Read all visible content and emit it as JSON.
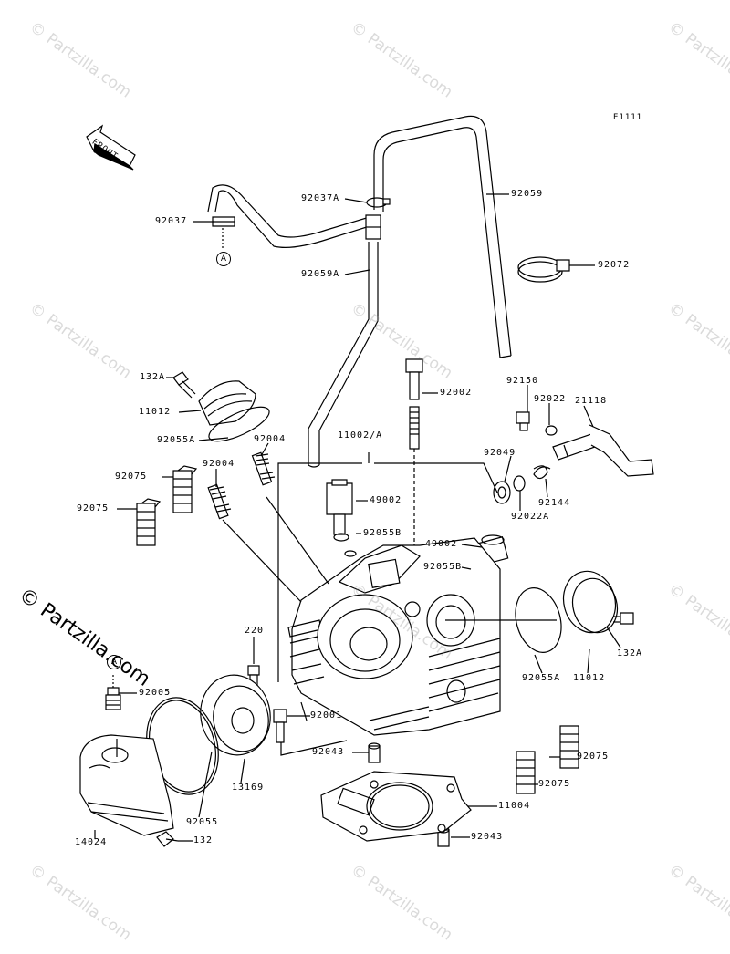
{
  "diagram": {
    "code": "E1111",
    "front_label": "FRONT",
    "watermark": "© Partzilla.com",
    "watermark_small": "© Partzilla.com",
    "connector_letter": "A",
    "callouts": {
      "p92059": "92059",
      "p92037A": "92037A",
      "p92037": "92037",
      "p92072": "92072",
      "p92059A": "92059A",
      "p132A_left": "132A",
      "p92002": "92002",
      "p92150": "92150",
      "p92022": "92022",
      "p21118": "21118",
      "p11012_left": "11012",
      "p92055A_left": "92055A",
      "p92004_upper": "92004",
      "p11002A": "11002/A",
      "p92049": "92049",
      "p92075_upper": "92075",
      "p92004_lower": "92004",
      "p49002_upper": "49002",
      "p92144": "92144",
      "p92075_mid": "92075",
      "p92022A": "92022A",
      "p92055B_upper": "92055B",
      "p49002_lower": "49002",
      "p92055B_lower": "92055B",
      "p220": "220",
      "p132A_right": "132A",
      "p92055A_right": "92055A",
      "p11012_right": "11012",
      "p92005": "92005",
      "p92001": "92001",
      "p92043_upper": "92043",
      "p92075_right_upper": "92075",
      "p92075_right_lower": "92075",
      "p13169": "13169",
      "p11004": "11004",
      "p92055": "92055",
      "p14024": "14024",
      "p132": "132",
      "p92043_lower": "92043"
    }
  }
}
